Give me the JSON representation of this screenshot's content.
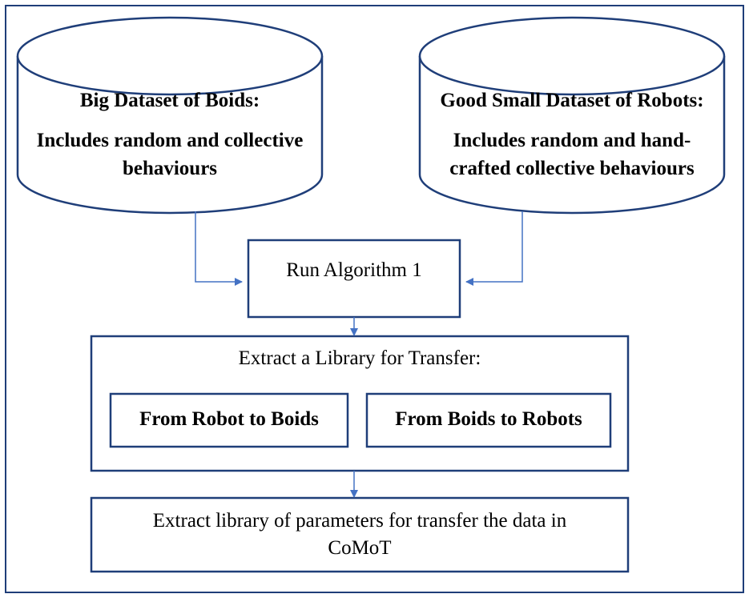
{
  "colors": {
    "stroke": "#1f3e79",
    "arrow": "#4472c4",
    "text": "#000000",
    "background": "#ffffff"
  },
  "left_db": {
    "title": "Big Dataset of Boids:",
    "line1": "Includes random and collective",
    "line2": "behaviours"
  },
  "right_db": {
    "title": "Good Small Dataset of Robots:",
    "line1": "Includes random and hand-",
    "line2": "crafted collective behaviours"
  },
  "run_box": {
    "label": "Run Algorithm 1"
  },
  "extract_box": {
    "title": "Extract a Library for Transfer:",
    "left_label": "From Robot to Boids",
    "right_label": "From Boids to Robots"
  },
  "final_box": {
    "line1": "Extract library of parameters for transfer the data in",
    "line2": "CoMoT"
  }
}
